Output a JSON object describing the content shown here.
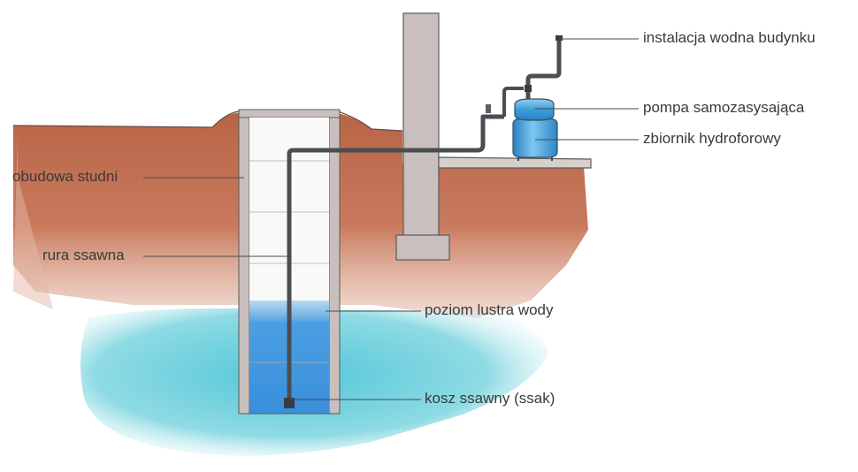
{
  "labels": {
    "building_water_installation": "instalacja wodna budynku",
    "self_priming_pump": "pompa samozasysająca",
    "pressure_tank": "zbiornik hydroforowy",
    "well_casing": "obudowa studni",
    "suction_pipe": "rura ssawna",
    "water_table_level": "poziom lustra wody",
    "suction_strainer": "kosz ssawny (ssak)"
  },
  "colors": {
    "soil": "#c9704f",
    "water": "#5cc8d6",
    "concrete": "#c9bfbd",
    "pipe": "#4a4e52",
    "pump_blue": "#3d9ed9",
    "leader_line": "#4a4a4a"
  }
}
